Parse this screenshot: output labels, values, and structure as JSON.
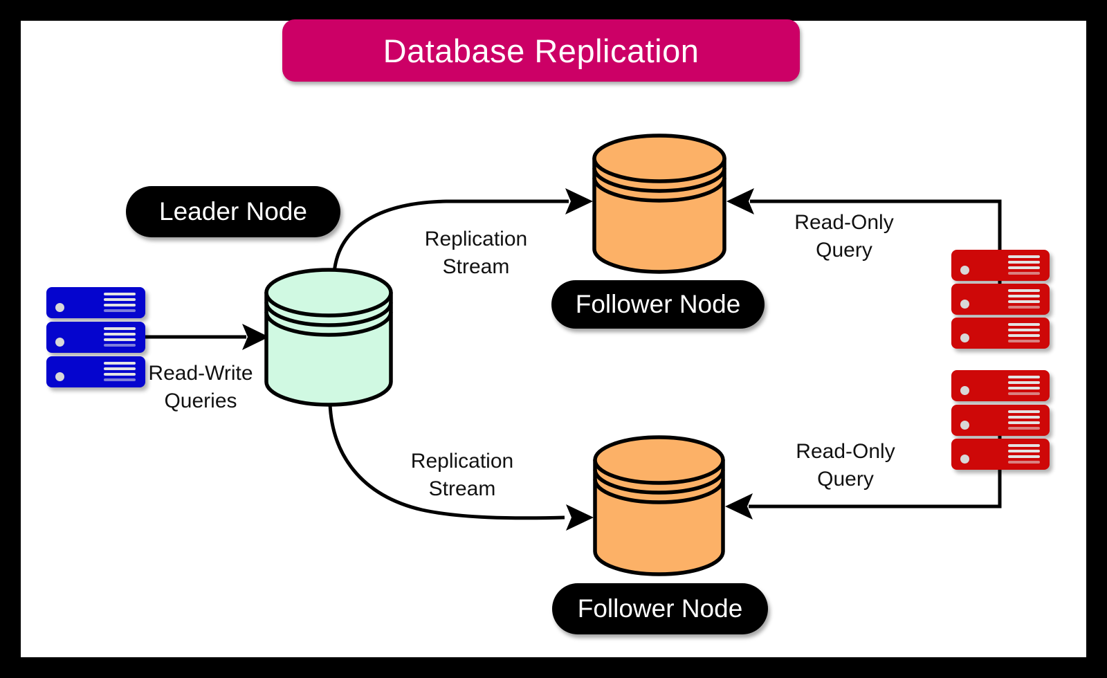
{
  "title": "Database Replication",
  "colors": {
    "title_bg": "#CC0066",
    "leader_db_fill": "#D0F9E2",
    "follower_db_fill": "#FCB167",
    "client_blue": "#0505CE",
    "client_red": "#CE0808",
    "node_pill_bg": "#000000",
    "line_stroke": "#000000",
    "background": "#FFFFFF",
    "frame": "#000000"
  },
  "nodes": {
    "leader": {
      "label": "Leader Node"
    },
    "follower_top": {
      "label": "Follower Node"
    },
    "follower_bottom": {
      "label": "Follower Node"
    }
  },
  "edges": {
    "read_write": {
      "lines": [
        "Read-Write",
        "Queries"
      ]
    },
    "replication_top": {
      "lines": [
        "Replication",
        "Stream"
      ]
    },
    "replication_bottom": {
      "lines": [
        "Replication",
        "Stream"
      ]
    },
    "read_only_top": {
      "lines": [
        "Read-Only",
        "Query"
      ]
    },
    "read_only_bottom": {
      "lines": [
        "Read-Only",
        "Query"
      ]
    }
  },
  "clients": {
    "blue_stack_count": 3,
    "red_stack_top_count": 3,
    "red_stack_bottom_count": 3
  }
}
